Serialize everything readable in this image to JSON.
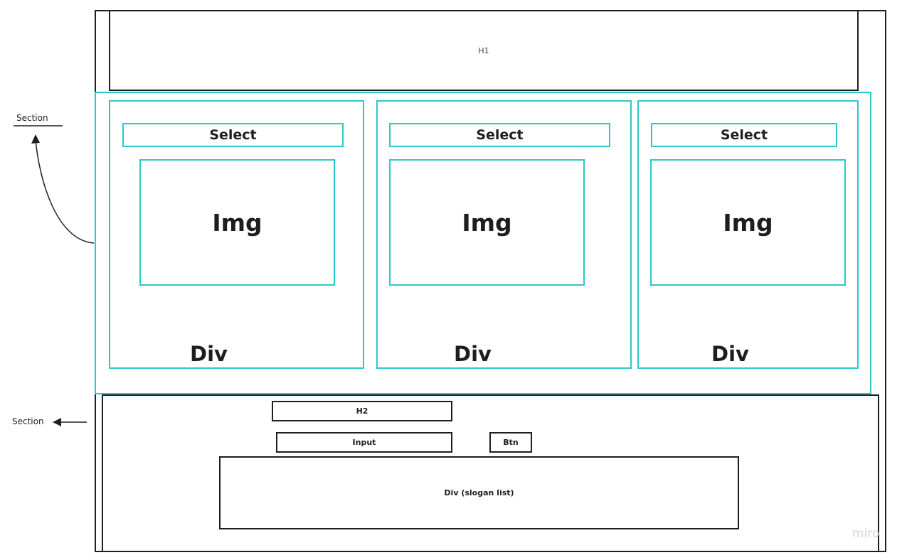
{
  "labels": {
    "h1": "H1",
    "section_top": "Section",
    "section_bottom": "Section",
    "h2": "H2",
    "input": "Input",
    "btn": "Btn",
    "slogan_list": "Div (slogan list)",
    "watermark": "miro"
  },
  "columns": [
    {
      "select": "Select",
      "img": "Img",
      "div": "Div"
    },
    {
      "select": "Select",
      "img": "Img",
      "div": "Div"
    },
    {
      "select": "Select",
      "img": "Img",
      "div": "Div"
    }
  ],
  "colors": {
    "outline": "#1e1e1e",
    "accent": "#2cc8c8"
  }
}
